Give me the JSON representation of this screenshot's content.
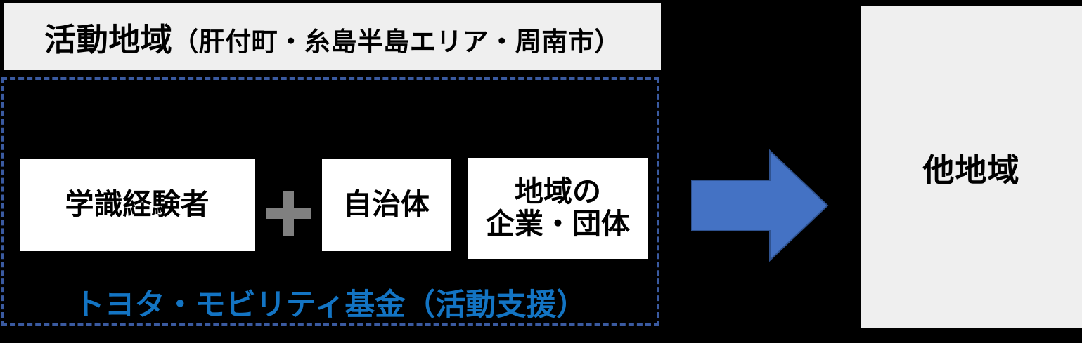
{
  "diagram": {
    "header": {
      "label_main": "活動地域",
      "label_detail": "（肝付町・糸島半島エリア・周南市）"
    },
    "partnership": {
      "boxes": [
        {
          "name": "scholar",
          "label": "学識経験者"
        },
        {
          "name": "municipality",
          "label": "自治体"
        },
        {
          "name": "local-business",
          "line1": "地域の",
          "line2": "企業・団体"
        }
      ],
      "operator": "+",
      "caption": "トヨタ・モビリティ基金（活動支援）"
    },
    "flow": {
      "arrow_direction": "right",
      "arrow_color": "#4472C4"
    },
    "target": {
      "label": "他地域"
    },
    "colors": {
      "panel_background": "#EFEFEF",
      "canvas_background": "#000000",
      "box_background": "#FFFFFF",
      "dashed_border": "#3A5AA0",
      "caption_text": "#1374C3",
      "plus_sign": "#808080",
      "arrow_fill": "#4472C4",
      "arrow_stroke": "#2F528F"
    }
  }
}
